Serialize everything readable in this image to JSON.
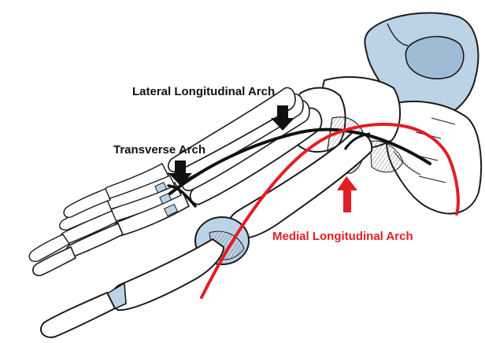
{
  "labels": {
    "lateral": "Lateral Longitudinal Arch",
    "transverse": "Transverse Arch",
    "medial": "Medial Longitudinal Arch"
  },
  "colors": {
    "bone_fill": "#ffffff",
    "bone_outline": "#1a1a1a",
    "cartilage": "#bcd3e6",
    "medial_arch": "#e31e24",
    "arch_line": "#111111"
  }
}
